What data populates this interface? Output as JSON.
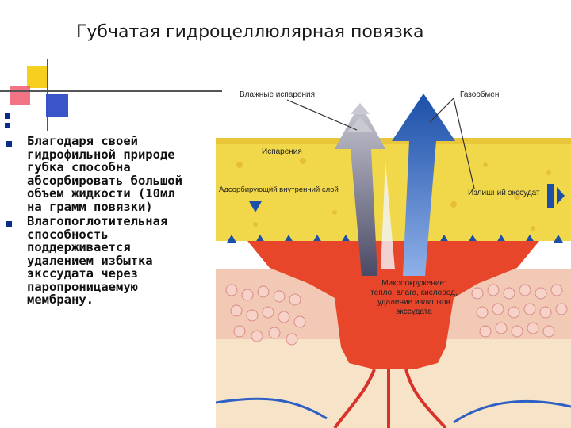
{
  "slide": {
    "title": "Губчатая гидроцеллюлярная повязка",
    "bullets": [
      "Благодаря своей\nгидрофильной природе\nгубка способна\nабсорбировать большой\nобъем жидкости (10мл\nна грамм повязки)",
      "Влагопоглотительная\nспособность\nподдерживается\nудалением избытка\nэкссудата через\nпаропроницаемую\nмембрану."
    ]
  },
  "diagram": {
    "labels": {
      "moist_evaporation": "Влажные испарения",
      "gas_exchange": "Газообмен",
      "evaporation": "Испарения",
      "absorbing_layer": "Адсорбирующий внутренний слой",
      "excess_exudate": "Излишний экссудат",
      "microenvironment": "Микроокружение:\nтепло, влага, кислород,\nудаление излишков\nэкссудата"
    },
    "colors": {
      "sponge": "#f1d84a",
      "wound": "#e8462b",
      "skin": "#f2c9b5",
      "gas_arrow": "#1b4fa8",
      "vapor_arrow": "#9a9aa6"
    }
  }
}
